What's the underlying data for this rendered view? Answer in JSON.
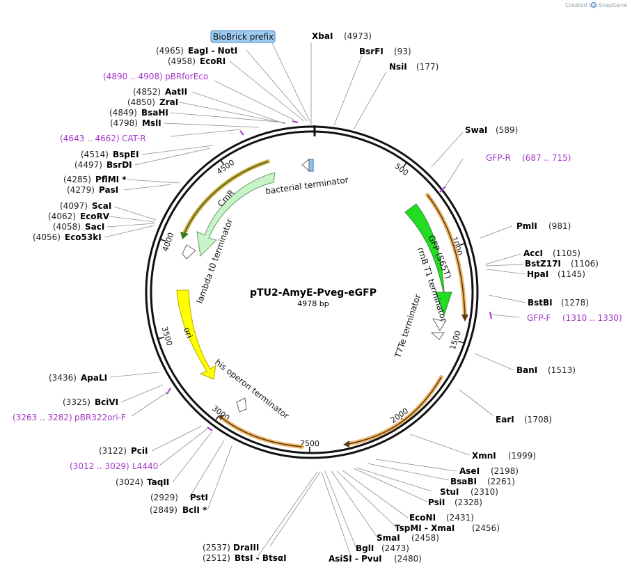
{
  "watermark": {
    "prefix": "Created by",
    "brand": "SnapGene"
  },
  "plasmid": {
    "name": "pTU2-AmyE-Pveg-eGFP",
    "size_label": "4978 bp",
    "length": 4978
  },
  "ticks": [
    {
      "pos": 500,
      "label": "500"
    },
    {
      "pos": 1000,
      "label": "1000"
    },
    {
      "pos": 1500,
      "label": "1500"
    },
    {
      "pos": 2000,
      "label": "2000"
    },
    {
      "pos": 2500,
      "label": "2500"
    },
    {
      "pos": 3000,
      "label": "3000"
    },
    {
      "pos": 3500,
      "label": "3500"
    },
    {
      "pos": 4000,
      "label": "4000"
    },
    {
      "pos": 4500,
      "label": "4500"
    }
  ],
  "sites": [
    {
      "name": "XbaI",
      "pos_label": "(4973)",
      "bp": 4973
    },
    {
      "name": "BsrFI",
      "pos_label": "(93)",
      "bp": 93
    },
    {
      "name": "NsiI",
      "pos_label": "(177)",
      "bp": 177
    },
    {
      "name": "SwaI",
      "pos_label": "(589)",
      "bp": 589
    },
    {
      "name": "PmlI",
      "pos_label": "(981)",
      "bp": 981
    },
    {
      "name": "AccI",
      "pos_label": "(1105)",
      "bp": 1105
    },
    {
      "name": "BstZ17I",
      "pos_label": "(1106)",
      "bp": 1106
    },
    {
      "name": "HpaI",
      "pos_label": "(1145)",
      "bp": 1145
    },
    {
      "name": "BstBI",
      "pos_label": "(1278)",
      "bp": 1278
    },
    {
      "name": "BanI",
      "pos_label": "(1513)",
      "bp": 1513
    },
    {
      "name": "EarI",
      "pos_label": "(1708)",
      "bp": 1708
    },
    {
      "name": "XmnI",
      "pos_label": "(1999)",
      "bp": 1999
    },
    {
      "name": "AseI",
      "pos_label": "(2198)",
      "bp": 2198
    },
    {
      "name": "BsaBI",
      "pos_label": "(2261)",
      "bp": 2261
    },
    {
      "name": "StuI",
      "pos_label": "(2310)",
      "bp": 2310
    },
    {
      "name": "PsiI",
      "pos_label": "(2328)",
      "bp": 2328
    },
    {
      "name": "EcoNI",
      "pos_label": "(2431)",
      "bp": 2431
    },
    {
      "name": "TspMI - XmaI",
      "pos_label": "(2456)",
      "bp": 2456
    },
    {
      "name": "SmaI",
      "pos_label": "(2458)",
      "bp": 2458
    },
    {
      "name": "BglI",
      "pos_label": "(2473)",
      "bp": 2473
    },
    {
      "name": "AsiSI - PvuI",
      "pos_label": "(2480)",
      "bp": 2480
    },
    {
      "name": "DraIII",
      "pos_label": "(2537)",
      "bp": 2537
    },
    {
      "name": "BtsI - BtsαI",
      "pos_label": "(2512)",
      "bp": 2512
    },
    {
      "name": "BclI *",
      "pos_label": "(2849)",
      "bp": 2849
    },
    {
      "name": "PstI",
      "pos_label": "(2929)",
      "bp": 2929
    },
    {
      "name": "TaqII",
      "pos_label": "(3024)",
      "bp": 3024
    },
    {
      "name": "PciI",
      "pos_label": "(3122)",
      "bp": 3122
    },
    {
      "name": "BciVI",
      "pos_label": "(3325)",
      "bp": 3325
    },
    {
      "name": "ApaLI",
      "pos_label": "(3436)",
      "bp": 3436
    },
    {
      "name": "Eco53kI",
      "pos_label": "(4056)",
      "bp": 4056
    },
    {
      "name": "SacI",
      "pos_label": "(4058)",
      "bp": 4058
    },
    {
      "name": "EcoRV",
      "pos_label": "(4062)",
      "bp": 4062
    },
    {
      "name": "ScaI",
      "pos_label": "(4097)",
      "bp": 4097
    },
    {
      "name": "PasI",
      "pos_label": "(4279)",
      "bp": 4279
    },
    {
      "name": "PflMI *",
      "pos_label": "(4285)",
      "bp": 4285
    },
    {
      "name": "BsrDI",
      "pos_label": "(4497)",
      "bp": 4497
    },
    {
      "name": "BspEI",
      "pos_label": "(4514)",
      "bp": 4514
    },
    {
      "name": "MslI",
      "pos_label": "(4798)",
      "bp": 4798
    },
    {
      "name": "BsaHI",
      "pos_label": "(4849)",
      "bp": 4849
    },
    {
      "name": "ZraI",
      "pos_label": "(4850)",
      "bp": 4850
    },
    {
      "name": "AatII",
      "pos_label": "(4852)",
      "bp": 4852
    },
    {
      "name": "EcoRI",
      "pos_label": "(4958)",
      "bp": 4958
    },
    {
      "name": "EagI - NotI",
      "pos_label": "(4965)",
      "bp": 4965
    }
  ],
  "primers": [
    {
      "name": "GFP-R",
      "range_label": "(687 .. 715)",
      "bp": 701
    },
    {
      "name": "GFP-F",
      "range_label": "(1310 .. 1330)",
      "bp": 1320
    },
    {
      "name": "pBR322ori-F",
      "range_label": "(3263 .. 3282)",
      "bp": 3272
    },
    {
      "name": "L4440",
      "range_label": "(3012 .. 3029)",
      "bp": 3020
    },
    {
      "name": "CAT-R",
      "range_label": "(4643 .. 4662)",
      "bp": 4652
    },
    {
      "name": "pBRforEco",
      "range_label": "(4890 .. 4908)",
      "bp": 4899
    }
  ],
  "features": [
    {
      "name": "BioBrick prefix",
      "kind": "misc",
      "color": "#8ec5ef"
    },
    {
      "name": "bacterial terminator",
      "kind": "terminator"
    },
    {
      "name": "CmR",
      "kind": "cds",
      "color": "#c8f5c8"
    },
    {
      "name": "lambda t0 terminator",
      "kind": "terminator"
    },
    {
      "name": "ori",
      "kind": "origin",
      "color": "#ffff00"
    },
    {
      "name": "his operon terminator",
      "kind": "terminator"
    },
    {
      "name": "GFP (S65T)",
      "kind": "cds",
      "color": "#22dd22"
    },
    {
      "name": "rrnB T1 terminator",
      "kind": "terminator"
    },
    {
      "name": "T7Te terminator",
      "kind": "terminator"
    }
  ],
  "colors": {
    "primer": "#a335c9",
    "backbone": "#111111",
    "orange_outline": "#f0b76a",
    "guide_line": "#8c8c8c"
  }
}
